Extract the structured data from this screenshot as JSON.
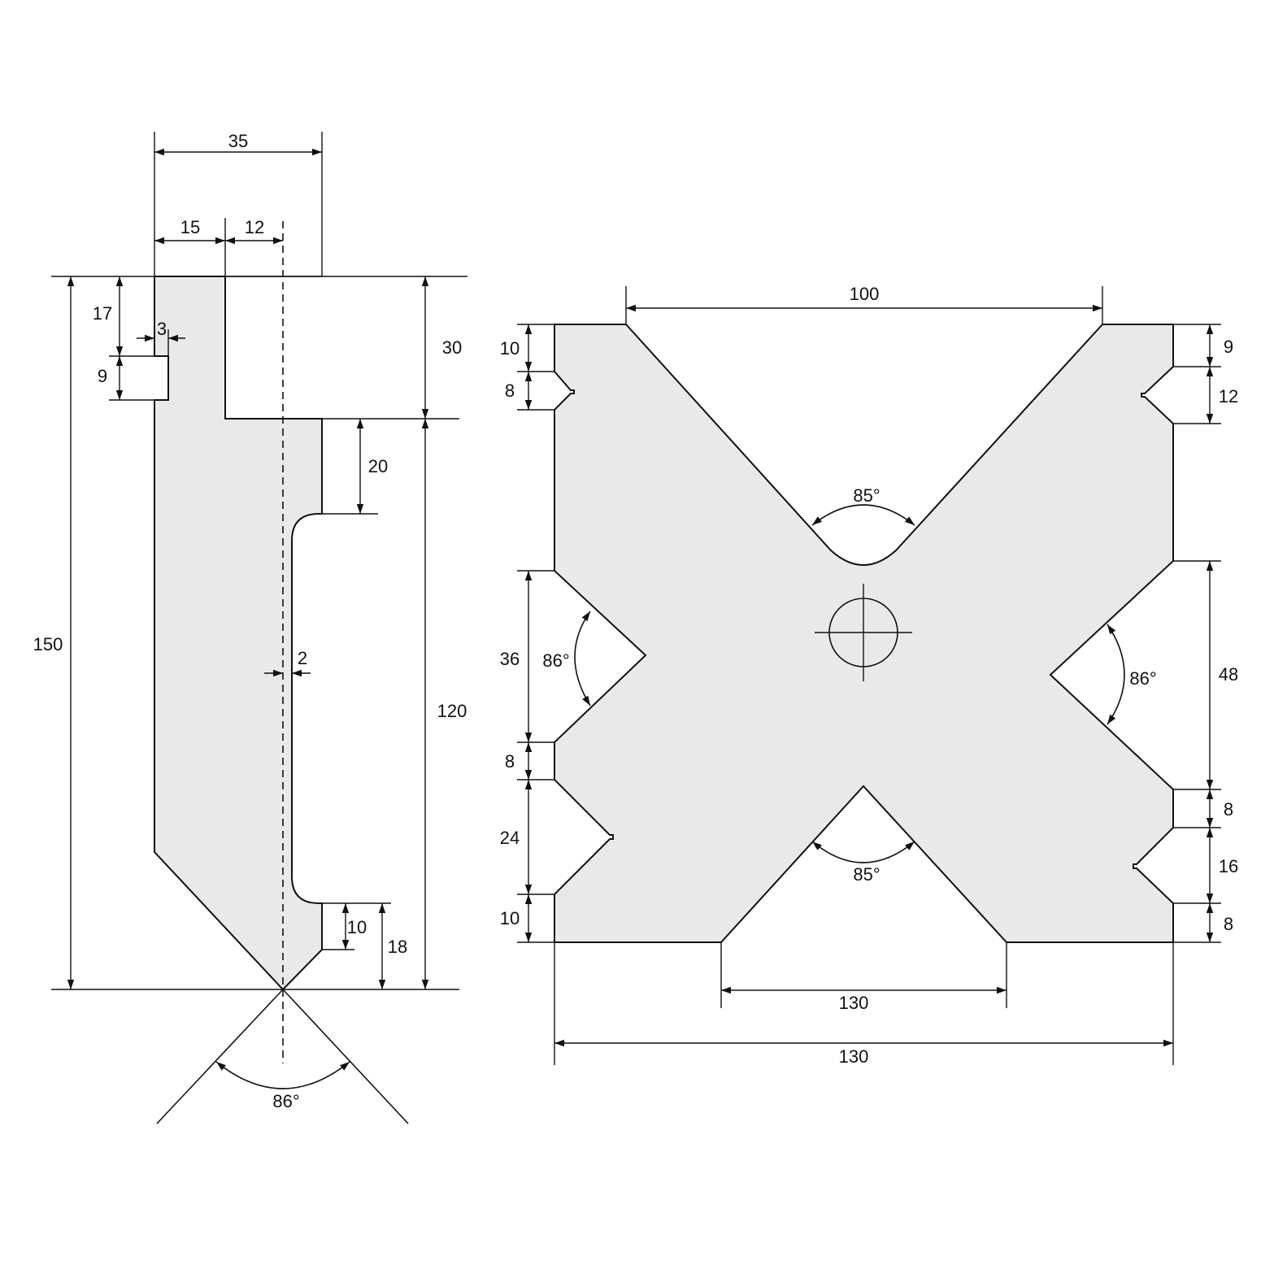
{
  "left_part": {
    "dim_width_total": "35",
    "dim_15": "15",
    "dim_12": "12",
    "dim_17": "17",
    "dim_3": "3",
    "dim_9": "9",
    "dim_30": "30",
    "dim_20": "20",
    "dim_150": "150",
    "dim_120": "120",
    "dim_2": "2",
    "dim_10": "10",
    "dim_18": "18",
    "angle_86": "86°"
  },
  "right_part": {
    "dim_top_100": "100",
    "dim_left_10_top": "10",
    "dim_left_8_top": "8",
    "dim_left_36": "36",
    "dim_left_86": "86°",
    "dim_left_8_mid": "8",
    "dim_left_24": "24",
    "dim_left_10_bottom": "10",
    "dim_right_9": "9",
    "dim_right_12": "12",
    "dim_right_48": "48",
    "dim_right_86": "86°",
    "dim_right_8_mid": "8",
    "dim_right_16": "16",
    "dim_right_8_bottom": "8",
    "angle_top_85": "85°",
    "angle_bottom_85": "85°",
    "dim_bottom_inner_130": "130",
    "dim_bottom_outer_130": "130"
  }
}
